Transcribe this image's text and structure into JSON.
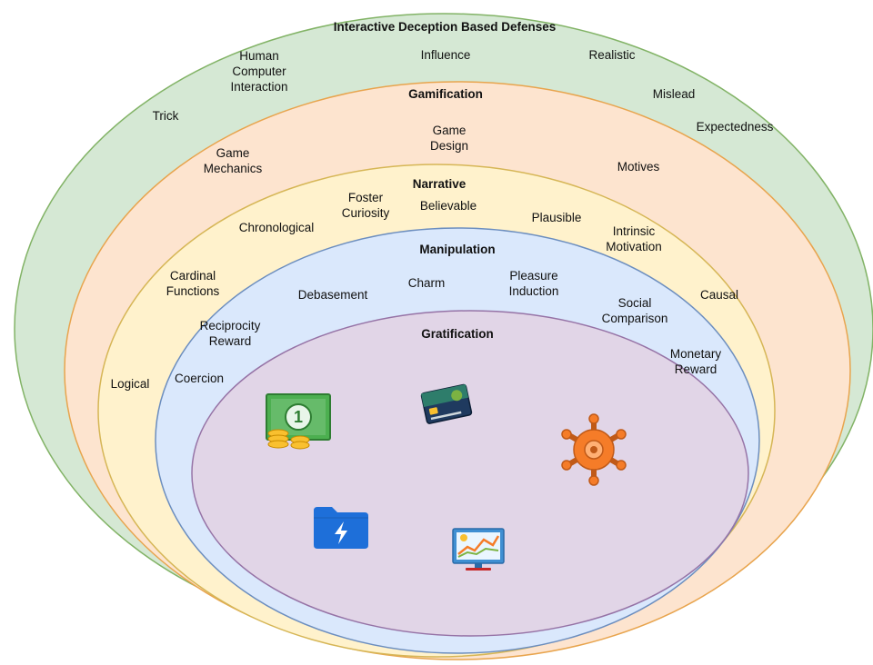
{
  "layers": {
    "outer": {
      "title": "Interactive Deception Based Defenses",
      "fill": "#d5e8d4",
      "stroke": "#82b366",
      "labels": [
        "Human\nComputer\nInteraction",
        "Influence",
        "Realistic",
        "Mislead",
        "Trick",
        "Expectedness"
      ]
    },
    "gamification": {
      "title": "Gamification",
      "fill": "#fde4cf",
      "stroke": "#e8a44d",
      "labels": [
        "Game\nDesign",
        "Game\nMechanics",
        "Motives"
      ]
    },
    "narrative": {
      "title": "Narrative",
      "fill": "#fff2cc",
      "stroke": "#d6b656",
      "labels": [
        "Foster\nCuriosity",
        "Believable",
        "Plausible",
        "Chronological",
        "Intrinsic\nMotivation",
        "Cardinal\nFunctions",
        "Causal",
        "Logical"
      ]
    },
    "manipulation": {
      "title": "Manipulation",
      "fill": "#dae8fc",
      "stroke": "#6c8ebf",
      "labels": [
        "Debasement",
        "Charm",
        "Pleasure\nInduction",
        "Social\nComparison",
        "Reciprocity\nReward",
        "Coercion",
        "Monetary\nReward"
      ]
    },
    "gratification": {
      "title": "Gratification",
      "fill": "#e1d5e7",
      "stroke": "#9673a6",
      "icons": [
        "cash-icon",
        "credit-card-icon",
        "virus-icon",
        "folder-icon",
        "monitor-chart-icon"
      ]
    }
  }
}
